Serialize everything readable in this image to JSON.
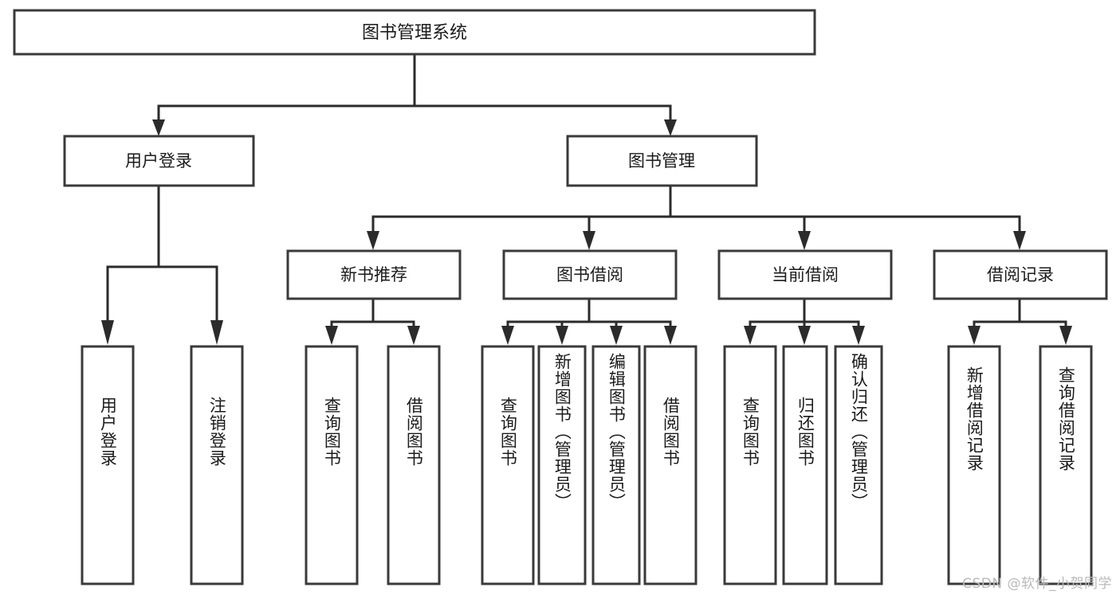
{
  "diagram": {
    "title": "图书管理系统",
    "type": "tree-hierarchy",
    "orientation": "top-down",
    "colors": {
      "box_stroke": "#3a3a3a",
      "box_fill": "#ffffff",
      "connector": "#2b2b2b",
      "label_text": "#1b1b1b",
      "background": "#ffffff",
      "watermark_text": "#b9b9b9"
    },
    "root": {
      "label": "图书管理系统"
    },
    "level2": [
      {
        "label": "用户登录"
      },
      {
        "label": "图书管理"
      }
    ],
    "level3": [
      {
        "label": "新书推荐"
      },
      {
        "label": "图书借阅"
      },
      {
        "label": "当前借阅"
      },
      {
        "label": "借阅记录"
      }
    ],
    "leaves": {
      "user_login": [
        {
          "label": "用户登录"
        },
        {
          "label": "注销登录"
        }
      ],
      "new_book_recommend": [
        {
          "label": "查询图书"
        },
        {
          "label": "借阅图书"
        }
      ],
      "book_borrow": [
        {
          "label": "查询图书"
        },
        {
          "label": "新增图书（管理员）"
        },
        {
          "label": "编辑图书（管理员）"
        },
        {
          "label": "借阅图书"
        }
      ],
      "current_borrow": [
        {
          "label": "查询图书"
        },
        {
          "label": "归还图书"
        },
        {
          "label": "确认归还（管理员）"
        }
      ],
      "borrow_record": [
        {
          "label": "新增借阅记录"
        },
        {
          "label": "查询借阅记录"
        }
      ]
    },
    "watermark": "CSDN @软件_小贺同学"
  }
}
